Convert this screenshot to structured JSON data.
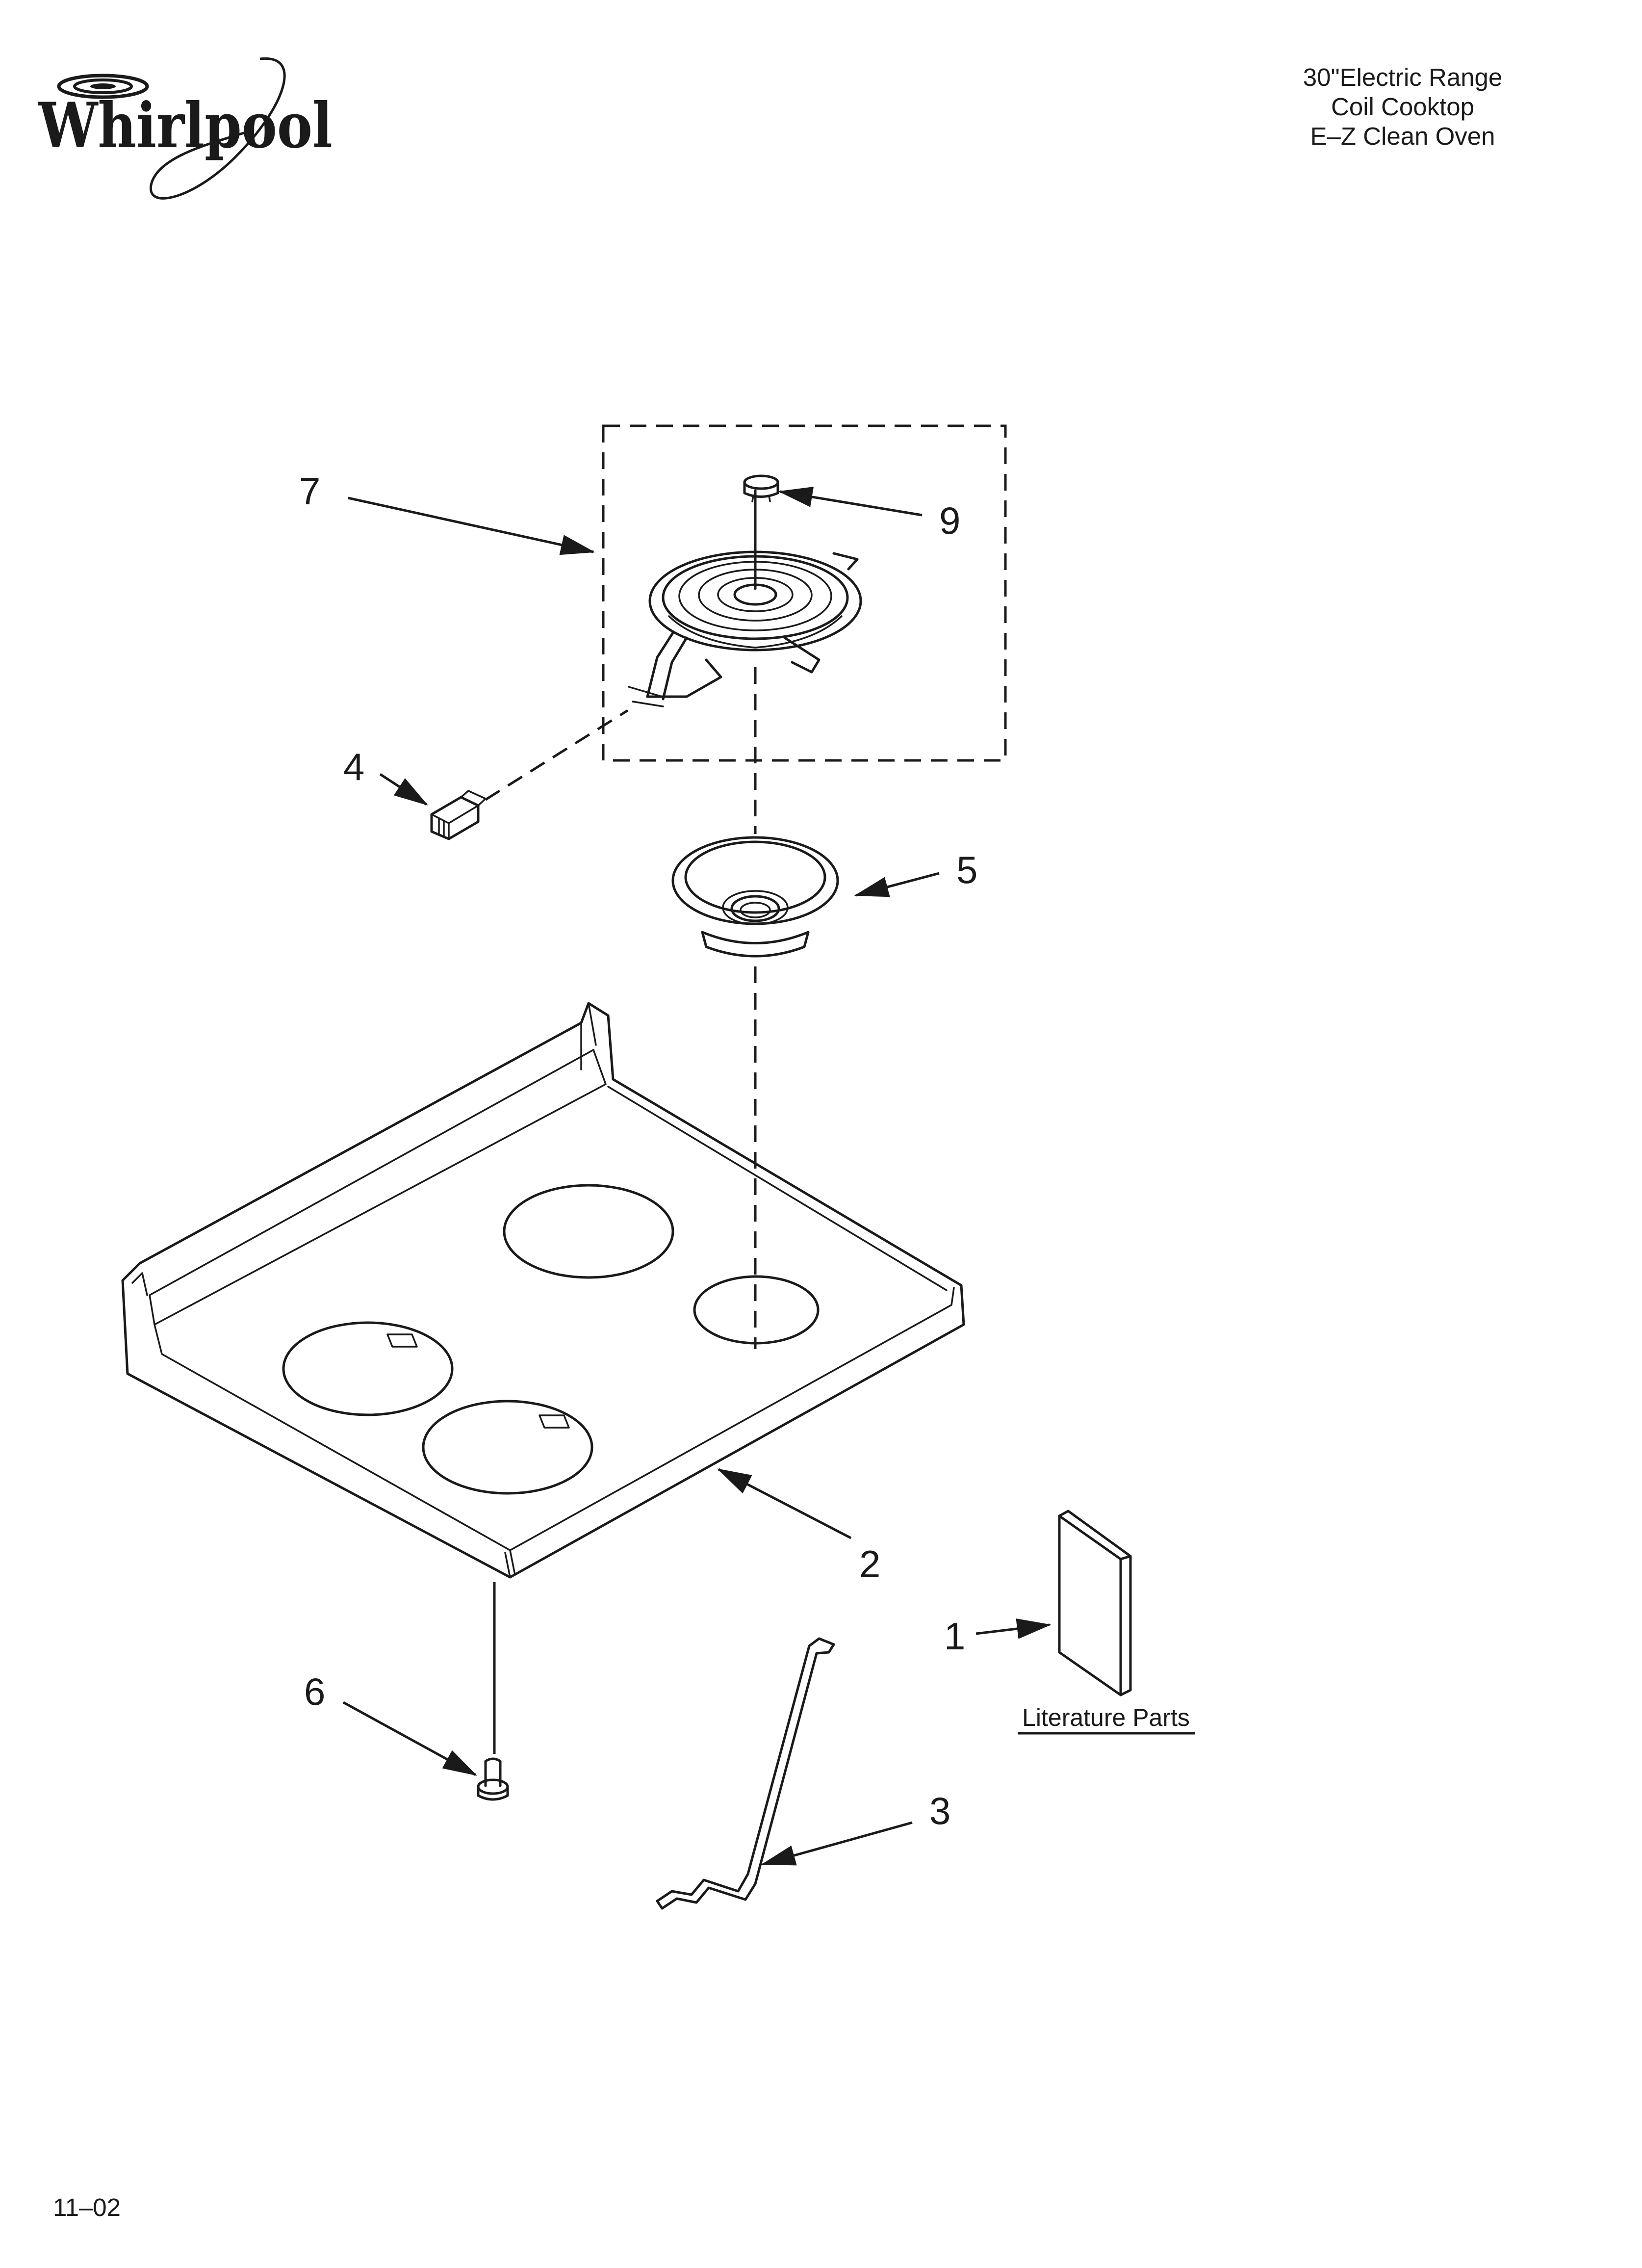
{
  "brand": {
    "logo_text": "Whirlpool"
  },
  "header": {
    "title_lines": [
      "30\"Electric Range",
      "Coil Cooktop",
      "E–Z Clean Oven"
    ]
  },
  "footer": {
    "date_code": "11–02"
  },
  "callouts": {
    "c1": "1",
    "c2": "2",
    "c3": "3",
    "c4": "4",
    "c5": "5",
    "c6": "6",
    "c7": "7",
    "c9": "9"
  },
  "literature_label": "Literature Parts"
}
